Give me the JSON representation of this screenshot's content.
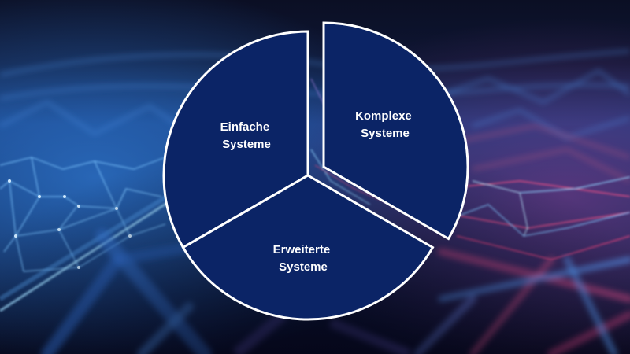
{
  "diagram": {
    "type": "exploded-pie",
    "colors": {
      "slice_fill": "#0b2466",
      "slice_stroke": "#ffffff",
      "label_color": "#ffffff",
      "background_dark": "#0a0f24",
      "network_blue": "#3f8fe0",
      "network_cyan": "#8fd3ff",
      "network_pink": "#d0407a"
    },
    "slices": [
      {
        "id": "einfache",
        "line1": "Einfache",
        "line2": "Systeme",
        "exploded": false
      },
      {
        "id": "komplexe",
        "line1": "Komplexe",
        "line2": "Systeme",
        "exploded": true
      },
      {
        "id": "erweiterte",
        "line1": "Erweiterte",
        "line2": "Systeme",
        "exploded": false
      }
    ]
  }
}
